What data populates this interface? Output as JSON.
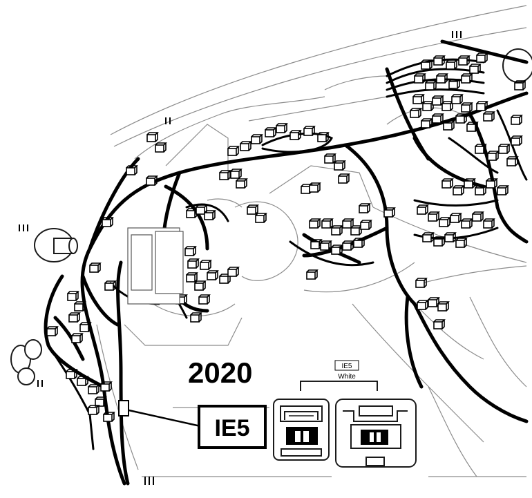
{
  "diagram": {
    "year_label": "2020",
    "connector_code": "IE5",
    "connector_tag": "IE5",
    "connector_color": "White"
  },
  "colors": {
    "line": "#000000",
    "outline": "#1a1a1a",
    "light_outline": "#9a9a9a",
    "background": "#ffffff",
    "terminal_fill": "#000000"
  }
}
